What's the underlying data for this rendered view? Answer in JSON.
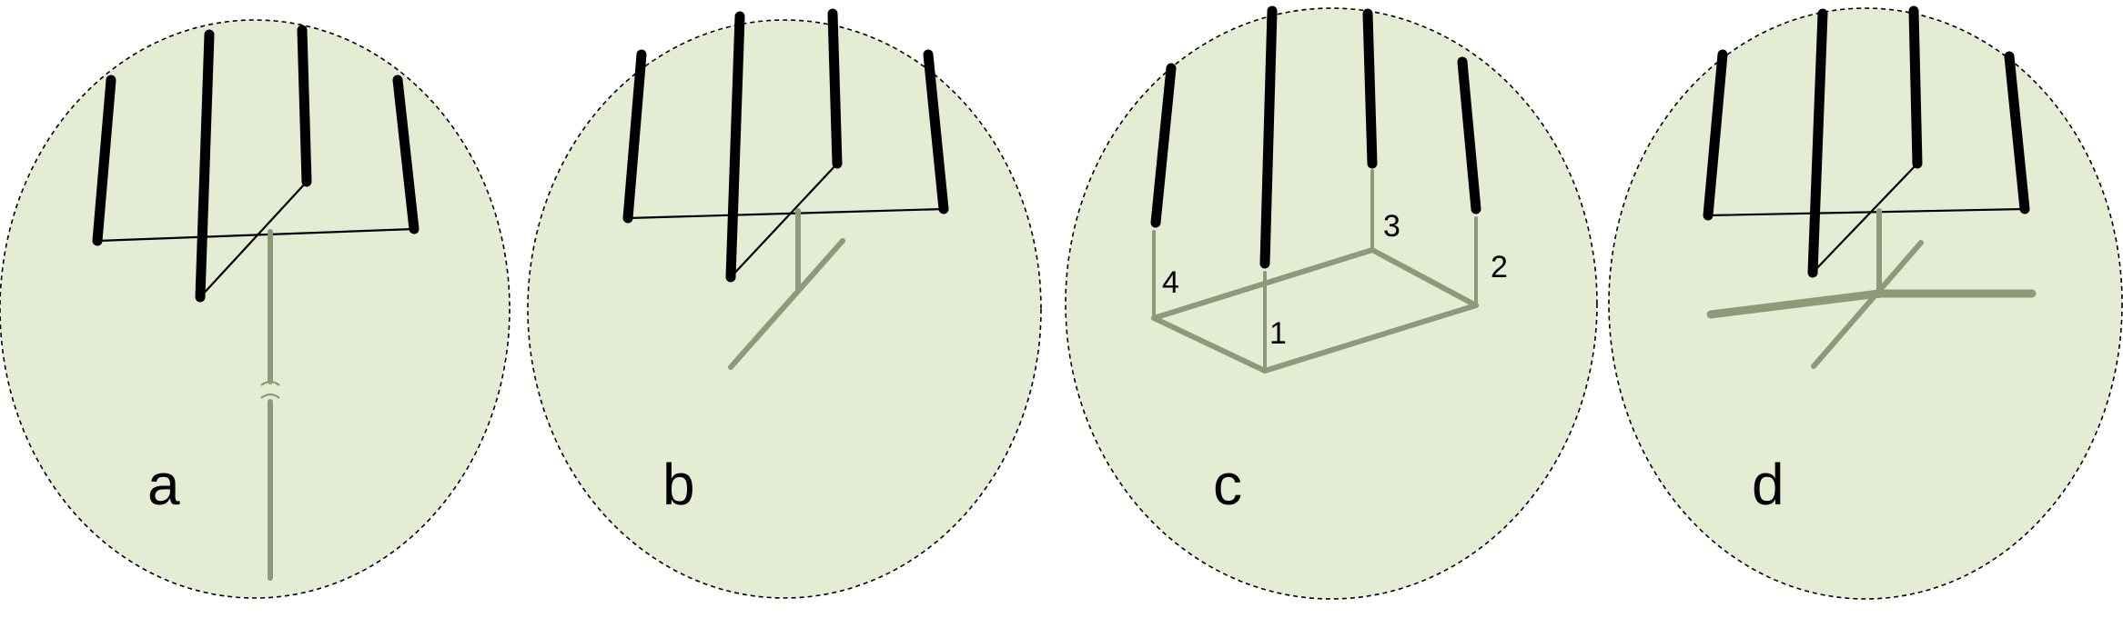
{
  "panels": [
    {
      "label": "a"
    },
    {
      "label": "b"
    },
    {
      "label": "c",
      "numbers": [
        "1",
        "2",
        "3",
        "4"
      ]
    },
    {
      "label": "d"
    }
  ],
  "colors": {
    "oval_fill": "#e4ecd4",
    "rod": "#000000",
    "feed": "#8c9a7a"
  }
}
